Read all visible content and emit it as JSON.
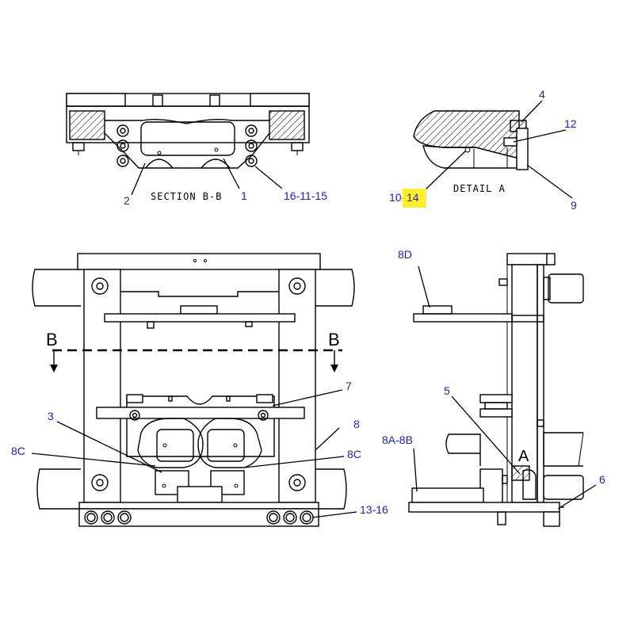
{
  "views": {
    "section_title": "SECTION B-B",
    "detail_title": "DETAIL A",
    "section_marker": "B",
    "detail_marker": "A"
  },
  "callouts": {
    "c1": "1",
    "c2": "2",
    "c16_11_15": "16-11-15",
    "c4": "4",
    "c12": "12",
    "c9": "9",
    "c10_14_prefix": "10-",
    "c10_14_highlight": "14",
    "c7": "7",
    "c3": "3",
    "c8": "8",
    "c8c_left": "8C",
    "c8c_right": "8C",
    "c13_16": "13-16",
    "c8d": "8D",
    "c5": "5",
    "c8a_8b": "8A-8B",
    "c6": "6"
  },
  "colors": {
    "callout": "#1a1ad6",
    "highlight": "#ffee2e",
    "line": "#000000"
  }
}
